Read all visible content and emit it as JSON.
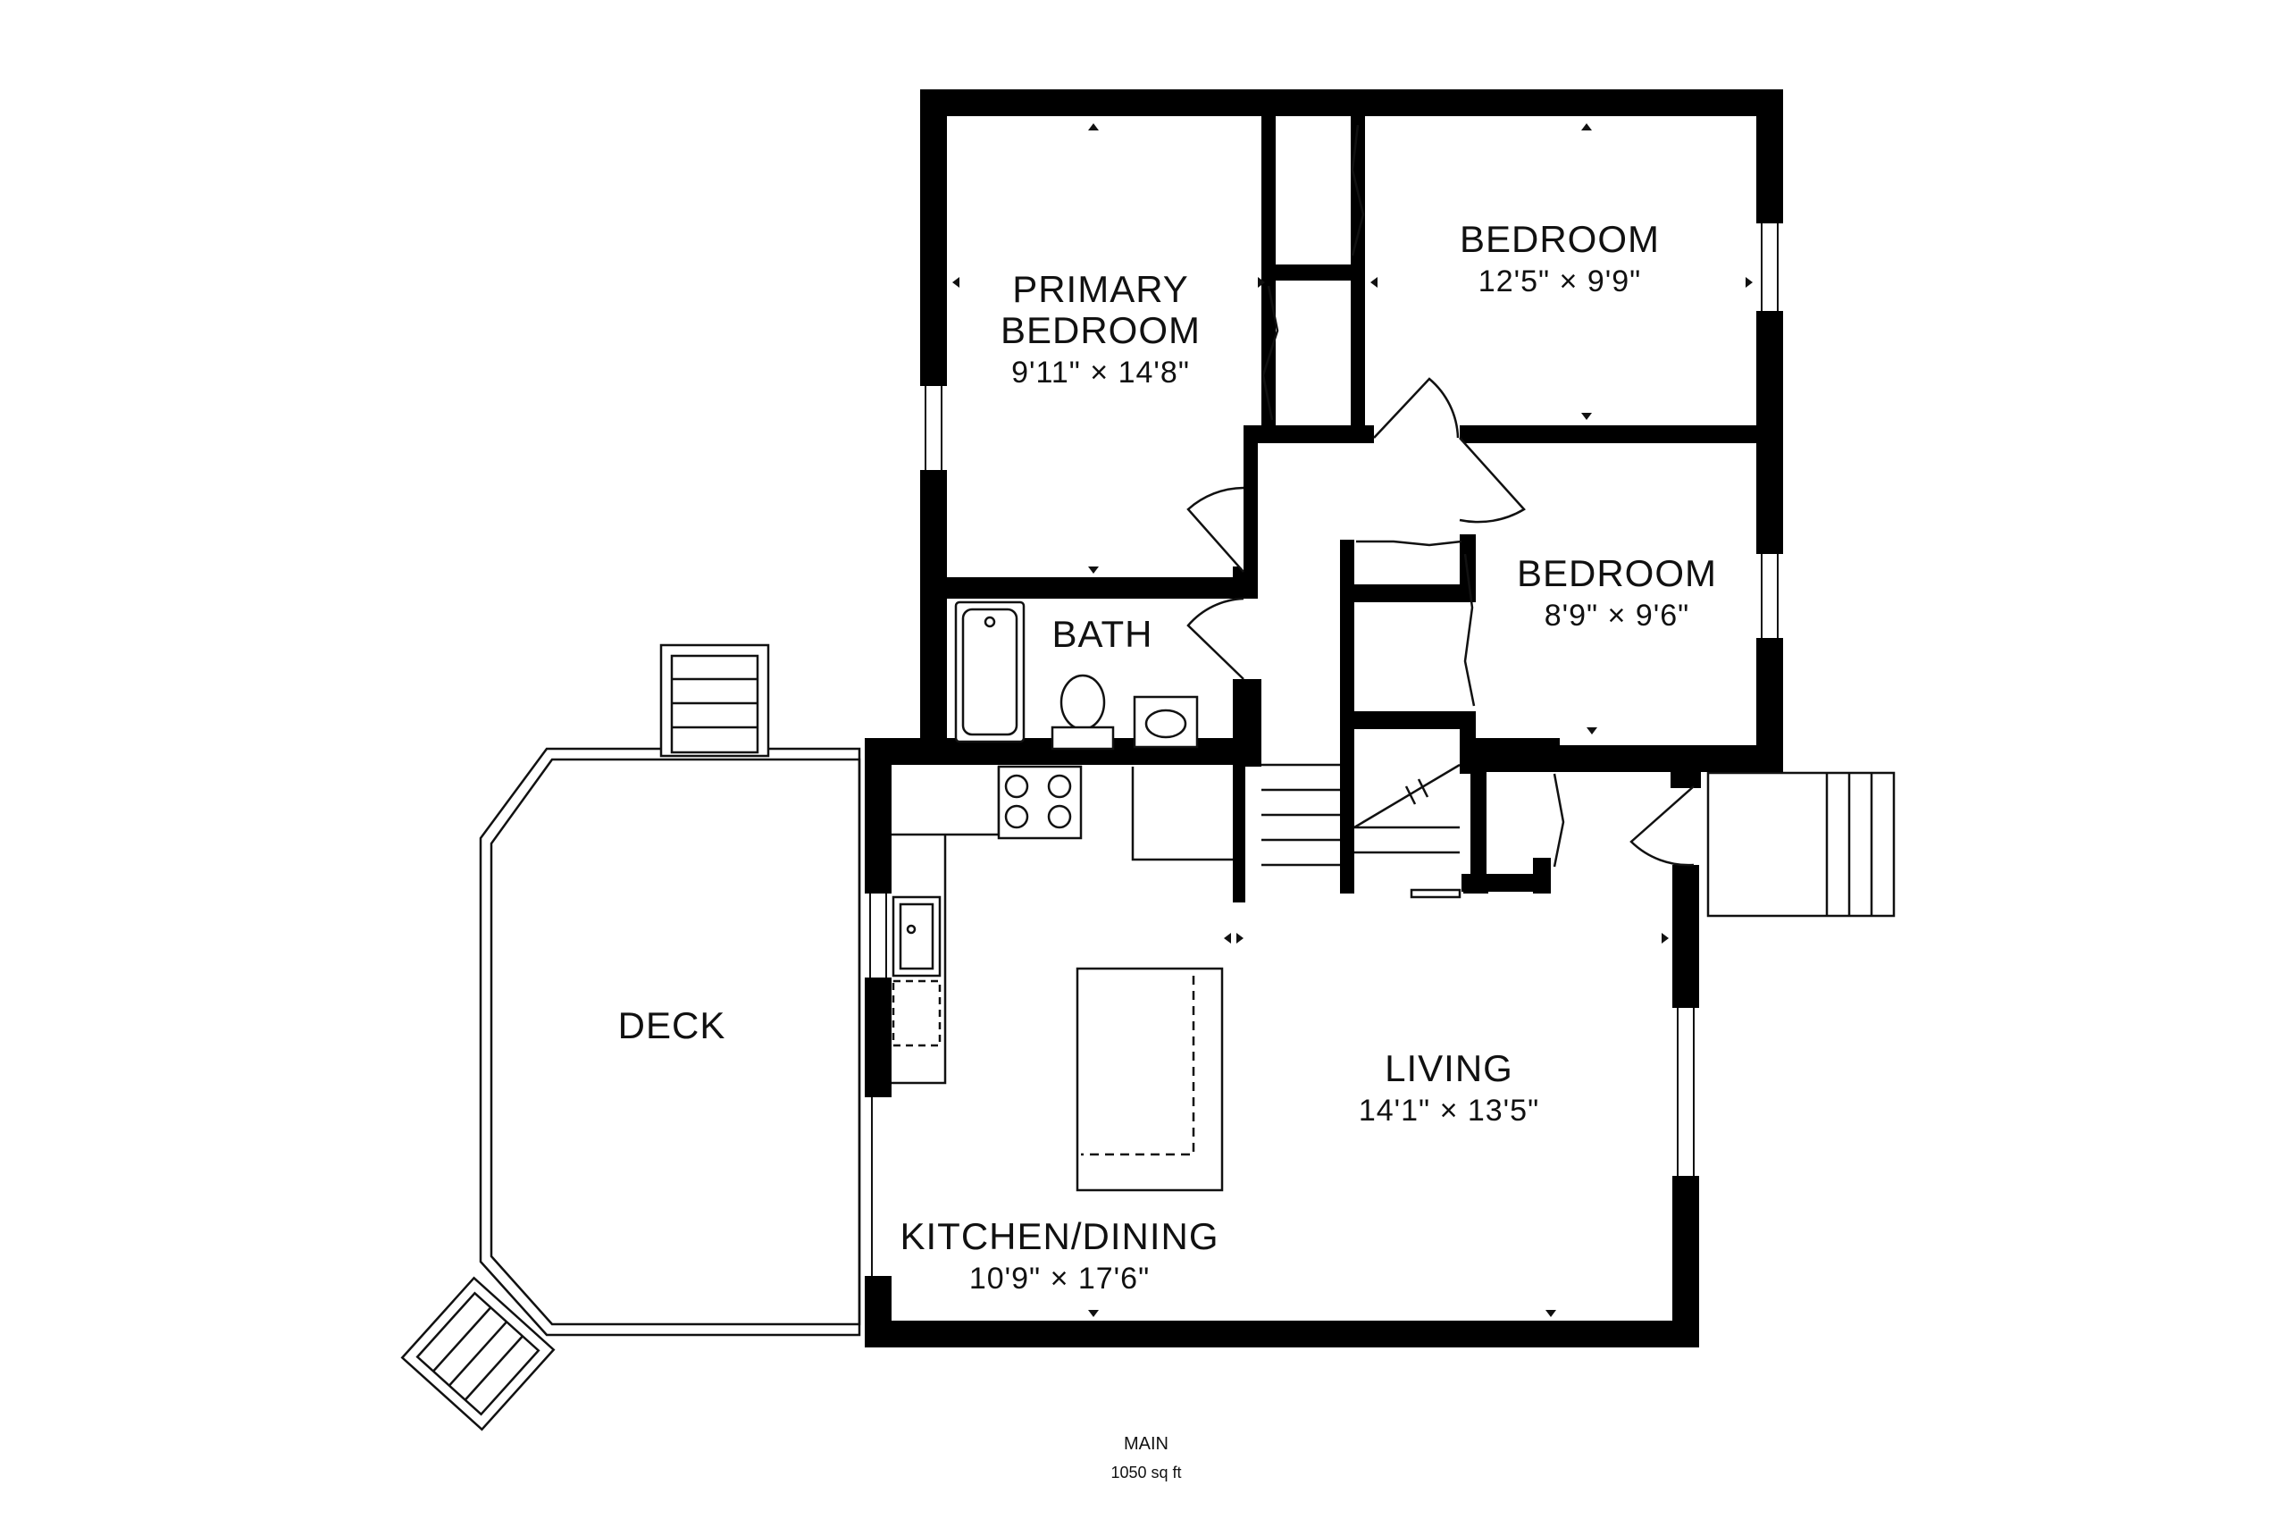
{
  "floor": {
    "name": "MAIN",
    "area": "1050 sq ft"
  },
  "rooms": {
    "primary_bedroom": {
      "line1": "PRIMARY",
      "line2": "BEDROOM",
      "dims": "9'11\" × 14'8\""
    },
    "bedroom_1": {
      "name": "BEDROOM",
      "dims": "12'5\" × 9'9\""
    },
    "bedroom_2": {
      "name": "BEDROOM",
      "dims": "8'9\" × 9'6\""
    },
    "bath": {
      "name": "BATH"
    },
    "deck": {
      "name": "DECK"
    },
    "living": {
      "name": "LIVING",
      "dims": "14'1\" × 13'5\""
    },
    "kitchen_dining": {
      "name": "KITCHEN/DINING",
      "dims": "10'9\" × 17'6\""
    }
  }
}
